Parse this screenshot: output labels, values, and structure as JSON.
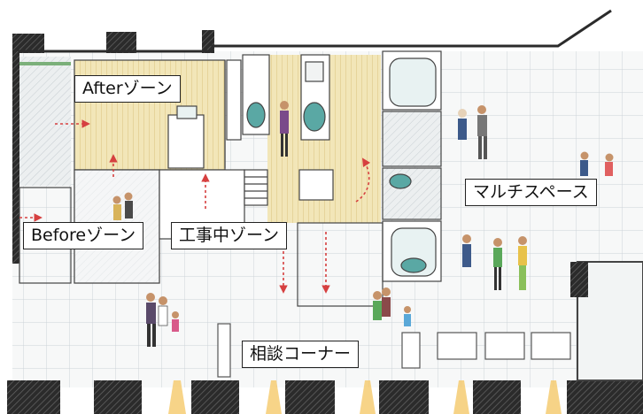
{
  "labels": {
    "after_zone": "Afterゾーン",
    "before_zone": "Beforeゾーン",
    "construction_zone": "工事中ゾーン",
    "multi_space": "マルチスペース",
    "consultation_corner": "相談コーナー"
  },
  "colors": {
    "wall": "#2b2b2b",
    "grid_line": "#cdd3d8",
    "wood_floor": "#f2e6b8",
    "tile_floor": "#eef1f2",
    "bath_teal": "#5aa8a4",
    "route_arrow": "#d64040",
    "light_beam": "#f5c96a"
  }
}
